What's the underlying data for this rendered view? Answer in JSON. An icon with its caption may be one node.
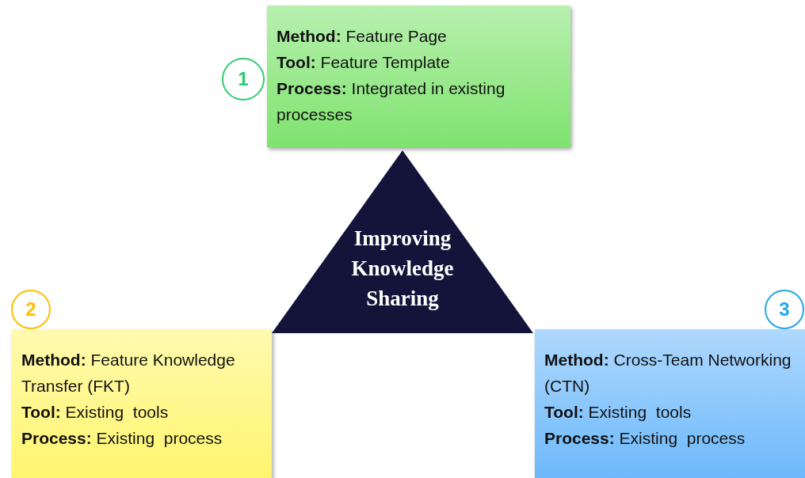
{
  "diagram": {
    "nodes": [
      {
        "text": [
          "1"
        ]
      },
      {
        "text": [
          "**Method:** Feature Page",
          "**Tool:** Feature Template",
          "**Process:** Integrated in existing processes"
        ]
      },
      {
        "text": [
          "Improving Knowledge Sharing"
        ]
      },
      {
        "text": [
          "2"
        ]
      },
      {
        "text": [
          "3"
        ]
      },
      {
        "text": [
          "**Method:** Feature Knowledge Transfer (FKT)",
          "**Tool:** Existing  tools",
          "**Process:** Existing  process"
        ]
      },
      {
        "text": [
          "**Method:** Cross-Team Networking  (CTN)",
          "**Tool:** Existing  tools",
          "**Process:** Existing  process"
        ]
      }
    ]
  }
}
